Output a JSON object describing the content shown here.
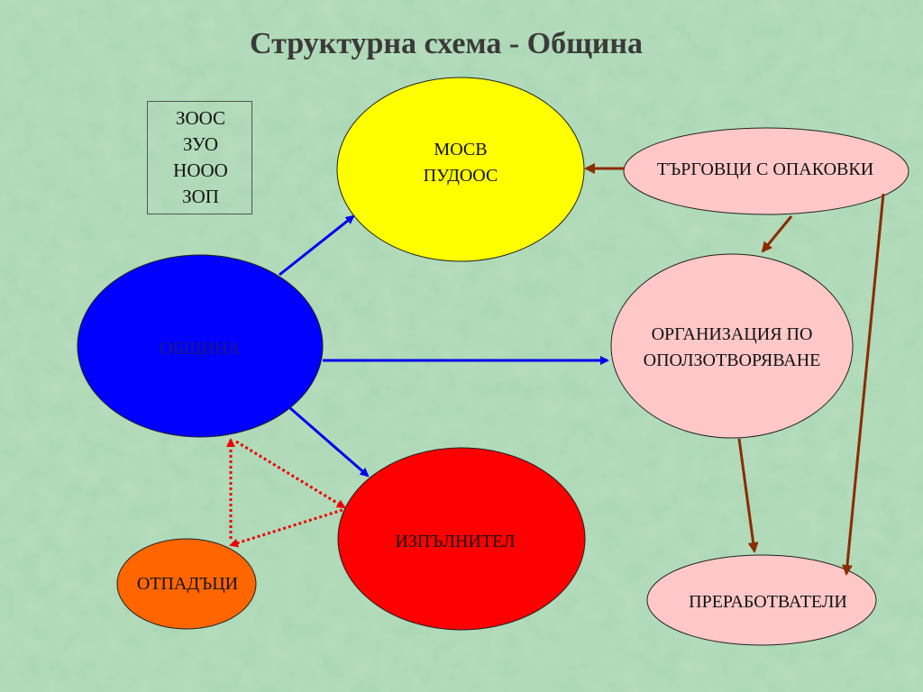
{
  "title": "Структурна схема - Община",
  "legend": [
    "ЗООС",
    "ЗУО",
    "НООО",
    "ЗОП"
  ],
  "nodes": {
    "mosv": {
      "lines": [
        "МОСВ",
        "ПУДООС"
      ],
      "color": "#ffff00"
    },
    "obshtina": {
      "lines": [
        "ОБЩИНА"
      ],
      "color": "#0000ff",
      "text_color": "#1a1a80"
    },
    "targovtsi": {
      "lines": [
        "ТЪРГОВЦИ С ОПАКОВКИ"
      ],
      "color": "#ffc8c8"
    },
    "organizatsia": {
      "lines": [
        "ОРГАНИЗАЦИЯ ПО",
        "ОПОЛЗОТВОРЯВАНЕ"
      ],
      "color": "#ffc8c8"
    },
    "izpalnitel": {
      "lines": [
        "ИЗПЪЛНИТЕЛ"
      ],
      "color": "#ff0000"
    },
    "otpadatsi": {
      "lines": [
        "ОТПАДЪЦИ"
      ],
      "color": "#ff6600"
    },
    "prerabotvateli": {
      "lines": [
        "ПРЕРАБОТВАТЕЛИ"
      ],
      "color": "#ffc8c8"
    }
  },
  "colors": {
    "blue_arrow": "#0000ee",
    "brown_arrow": "#8b2c00",
    "red_dotted": "#ee0000"
  }
}
